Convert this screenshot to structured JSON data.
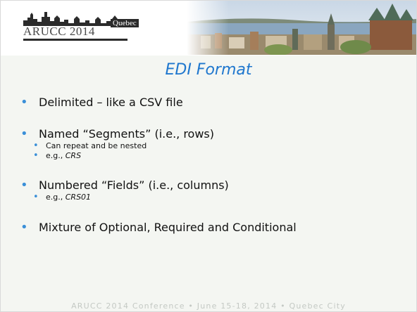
{
  "header": {
    "logo_year": "ARUCC 2014",
    "logo_city": "Quebec"
  },
  "slide": {
    "title": "EDI Format",
    "bullets": [
      {
        "text": "Delimited – like a CSV file",
        "sub": []
      },
      {
        "text": "Named “Segments” (i.e., rows)",
        "sub": [
          {
            "prefix": "Can repeat and be nested",
            "em": ""
          },
          {
            "prefix": "e.g., ",
            "em": "CRS"
          }
        ]
      },
      {
        "text": "Numbered “Fields” (i.e., columns)",
        "sub": [
          {
            "prefix": "e.g., ",
            "em": "CRS01"
          }
        ]
      },
      {
        "text": "Mixture of Optional, Required and Conditional",
        "sub": []
      }
    ]
  },
  "footer": {
    "text": "ARUCC 2014 Conference • June 15-18, 2014 • Quebec City"
  },
  "colors": {
    "title": "#1f77ce",
    "bullet": "#3a8fd8",
    "background": "#f4f6f2",
    "footer_text": "#c4c9c4"
  }
}
